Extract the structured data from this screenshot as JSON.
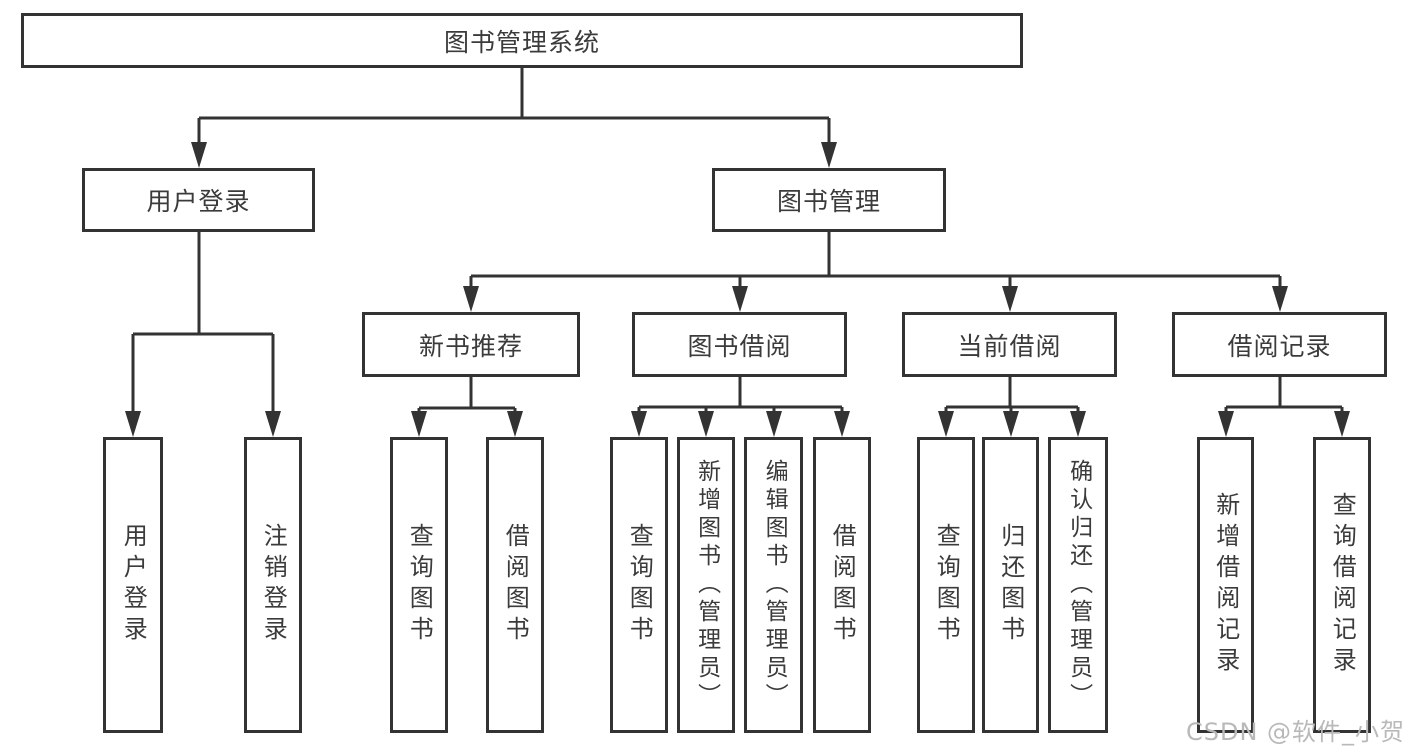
{
  "colors": {
    "line": "#333333",
    "text": "#3b3b3b",
    "background": "#ffffff",
    "watermark": "#b9b9b9"
  },
  "watermark": {
    "text": "CSDN @软件_小贺同学"
  },
  "tree": {
    "root": {
      "label": "图书管理系统"
    },
    "level2": [
      {
        "label": "用户登录"
      },
      {
        "label": "图书管理"
      }
    ],
    "level3": [
      {
        "label": "新书推荐"
      },
      {
        "label": "图书借阅"
      },
      {
        "label": "当前借阅"
      },
      {
        "label": "借阅记录"
      }
    ],
    "leaves": [
      {
        "label": "用户登录"
      },
      {
        "label": "注销登录"
      },
      {
        "label": "查询图书"
      },
      {
        "label": "借阅图书"
      },
      {
        "label": "查询图书"
      },
      {
        "label": "新增图书（管理员）"
      },
      {
        "label": "编辑图书（管理员）"
      },
      {
        "label": "借阅图书"
      },
      {
        "label": "查询图书"
      },
      {
        "label": "归还图书"
      },
      {
        "label": "确认归还（管理员）"
      },
      {
        "label": "新增借阅记录"
      },
      {
        "label": "查询借阅记录"
      }
    ]
  }
}
